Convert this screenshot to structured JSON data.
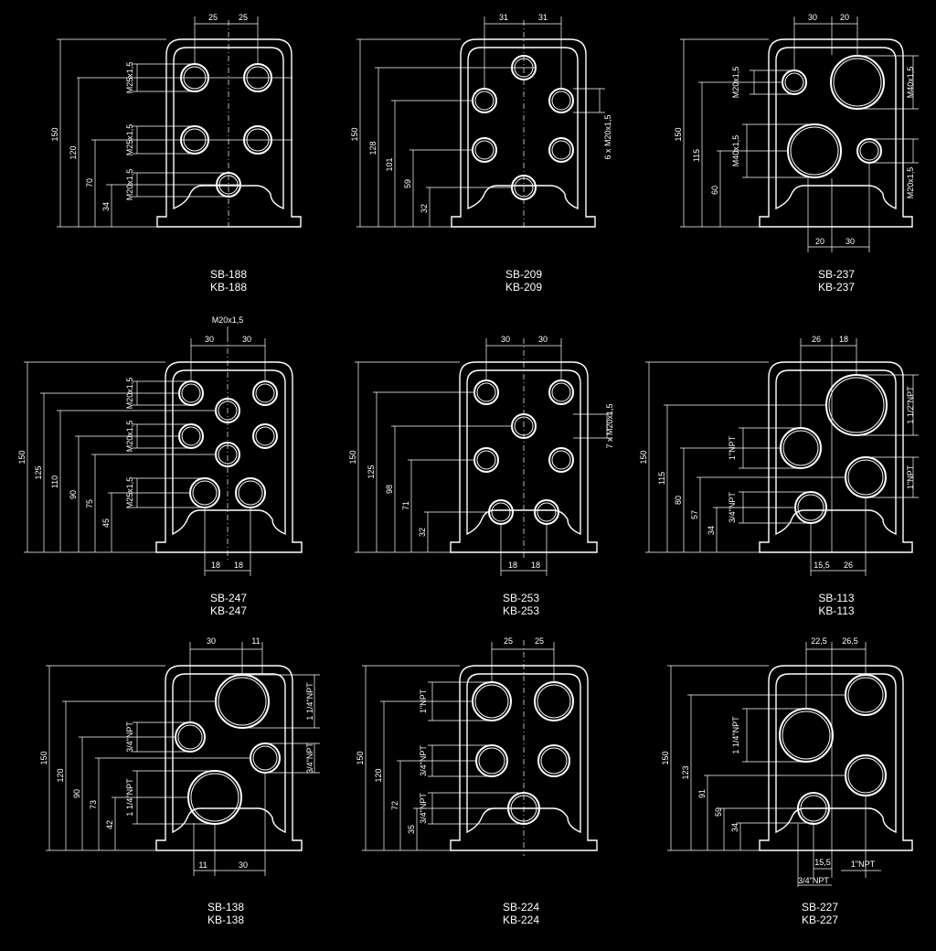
{
  "colors": {
    "background": "#000000",
    "line": "#ffffff"
  },
  "drawings": [
    {
      "id": "sb188",
      "caption": [
        "SB-188",
        "KB-188"
      ],
      "top_dims": [
        "25",
        "25"
      ],
      "left_dims": [
        "150",
        "120",
        "70",
        "34"
      ],
      "thread_labels": [
        "M25x1,5",
        "M25x1,5",
        "M20x1,5"
      ]
    },
    {
      "id": "sb209",
      "caption": [
        "SB-209",
        "KB-209"
      ],
      "top_dims": [
        "31",
        "31"
      ],
      "left_dims": [
        "150",
        "128",
        "101",
        "59",
        "32"
      ],
      "thread_labels": [
        "6 x M20x1,5"
      ]
    },
    {
      "id": "sb237",
      "caption": [
        "SB-237",
        "KB-237"
      ],
      "top_dims": [
        "30",
        "20"
      ],
      "bottom_dims": [
        "20",
        "30"
      ],
      "left_dims": [
        "150",
        "115",
        "60"
      ],
      "thread_labels": [
        "M20x1,5",
        "M40x1,5",
        "M40x1,5",
        "M20x1,5"
      ]
    },
    {
      "id": "sb247",
      "caption": [
        "SB-247",
        "KB-247"
      ],
      "header_label": "M20x1,5",
      "top_dims": [
        "30",
        "30"
      ],
      "bottom_dims": [
        "18",
        "18"
      ],
      "left_dims": [
        "150",
        "125",
        "110",
        "90",
        "75",
        "45"
      ],
      "thread_labels": [
        "M20x1,5",
        "M20x1,5",
        "M25x1,5"
      ]
    },
    {
      "id": "sb253",
      "caption": [
        "SB-253",
        "KB-253"
      ],
      "top_dims": [
        "30",
        "30"
      ],
      "bottom_dims": [
        "18",
        "18"
      ],
      "left_dims": [
        "150",
        "125",
        "98",
        "71",
        "32"
      ],
      "thread_labels": [
        "7 x M20x1,5"
      ]
    },
    {
      "id": "sb113",
      "caption": [
        "SB-113",
        "KB-113"
      ],
      "top_dims": [
        "26",
        "18"
      ],
      "bottom_dims": [
        "15,5",
        "26"
      ],
      "left_dims": [
        "150",
        "115",
        "80",
        "57",
        "34"
      ],
      "thread_labels": [
        "1\"NPT",
        "3/4\"NPT",
        "1 1/2\"NPT",
        "1\"NPT"
      ]
    },
    {
      "id": "sb138",
      "caption": [
        "SB-138",
        "KB-138"
      ],
      "top_dims": [
        "30",
        "11"
      ],
      "bottom_dims": [
        "11",
        "30"
      ],
      "left_dims": [
        "150",
        "120",
        "90",
        "73",
        "42"
      ],
      "thread_labels": [
        "3/4\"NPT",
        "1 1/4\"NPT",
        "1 1/4\"NPT",
        "3/4\"NPT"
      ]
    },
    {
      "id": "sb224",
      "caption": [
        "SB-224",
        "KB-224"
      ],
      "top_dims": [
        "25",
        "25"
      ],
      "left_dims": [
        "150",
        "120",
        "72",
        "35"
      ],
      "thread_labels": [
        "1\"NPT",
        "3/4\"NPT",
        "3/4\"NPT"
      ]
    },
    {
      "id": "sb227",
      "caption": [
        "SB-227",
        "KB-227"
      ],
      "top_dims": [
        "22,5",
        "26,5"
      ],
      "bottom_dims": [
        "15,5",
        "1\"NPT",
        "3/4\"NPT"
      ],
      "left_dims": [
        "150",
        "123",
        "91",
        "59",
        "34"
      ],
      "thread_labels": [
        "1 1/4\"NPT"
      ]
    }
  ]
}
